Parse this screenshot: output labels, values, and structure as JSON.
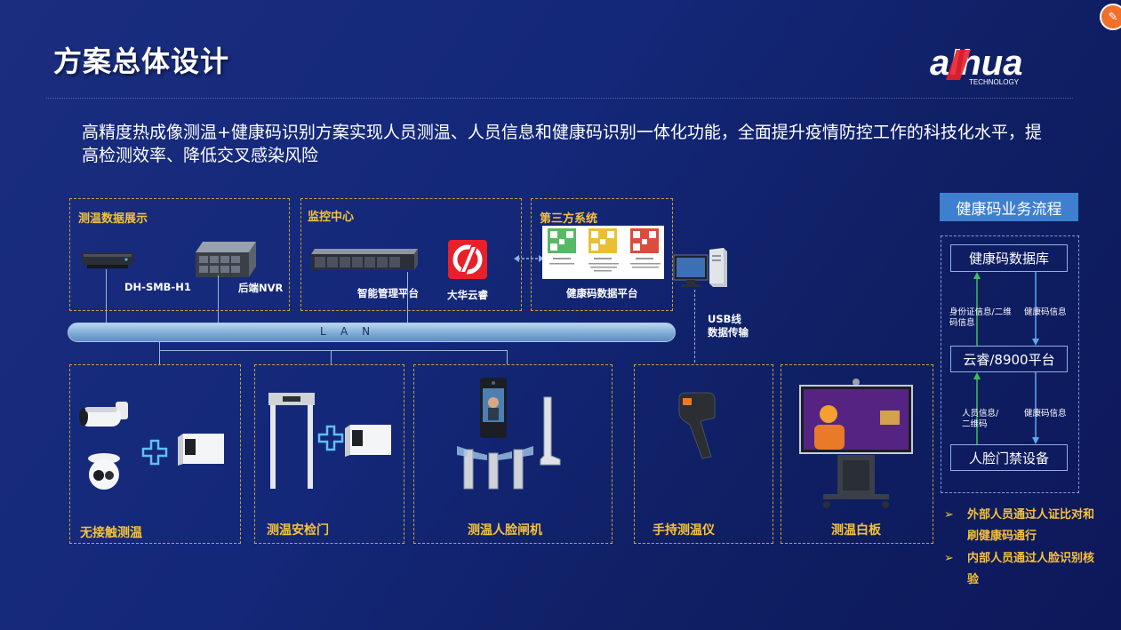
{
  "title": "方案总体设计",
  "logo": {
    "brand": "alhua",
    "sub": "TECHNOLOGY"
  },
  "intro": "高精度热成像测温+健康码识别方案实现人员测温、人员信息和健康码识别一体化功能，全面提升疫情防控工作的科技化水平，提高检测效率、降低交叉感染风险",
  "top_sections": {
    "display": {
      "title": "测温数据展示",
      "items": [
        "DH-SMB-H1",
        "后端NVR"
      ]
    },
    "monitor": {
      "title": "监控中心",
      "items": [
        "智能管理平台",
        "大华云睿"
      ]
    },
    "third": {
      "title": "第三方系统",
      "items": [
        "健康码数据平台"
      ]
    }
  },
  "lan_label": "LAN",
  "usb_label": "USB线\n数据传输",
  "bottom_sections": [
    "无接触测温",
    "测温安检门",
    "测温人脸闸机",
    "手持测温仪",
    "测温白板"
  ],
  "flow": {
    "title": "健康码业务流程",
    "nodes": [
      "健康码数据库",
      "云睿/8900平台",
      "人脸门禁设备"
    ],
    "notes": {
      "up1": "身份证信息/二维码信息",
      "down1": "健康码信息",
      "up2": "人员信息/二维码",
      "down2": "健康码信息"
    }
  },
  "bullets": [
    "外部人员通过人证比对和刷健康码通行",
    "内部人员通过人脸识别核验"
  ],
  "colors": {
    "accent": "#f5c23a",
    "background": "#14287a",
    "flow_title": "#3f7fcf",
    "logo_red": "#e8202a"
  }
}
